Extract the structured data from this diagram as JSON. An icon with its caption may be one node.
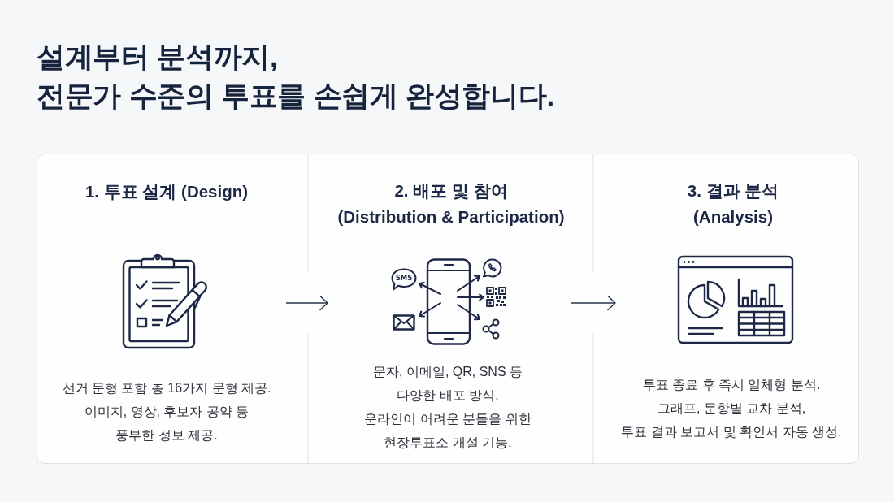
{
  "diagram": {
    "title": "설계부터 분석까지, 전문가 수준의 투표를 손쉽게 완성합니다.",
    "nodes": [
      {
        "text": [],
        "shape": "box"
      },
      {
        "text": [
          "1. 투표 설계 (Design)",
          "선거 문형 포함 총 16가지 문형 제공. 이미지, 영상, 후보자 공약 등 풍부한 정보 제공."
        ],
        "in": 0
      },
      {
        "text": [
          "2. 배포 및 참여 (Distribution & Participation)",
          "문자, 이메일, QR, SNS 등 다양한 배포 방식. 운라인이 어려운 분들을 위한 현장투표소 개설 기능."
        ],
        "in": 0
      },
      {
        "text": [
          "3. 결과 분석 (Analysis)",
          "투표 종료 후 즉시 일체형 분석. 그래프, 문항별 교차 분석, 투표 결과 보고서 및 확인서 자동 생성."
        ],
        "in": 0
      }
    ],
    "edges": [
      {
        "from": 1,
        "to": 2,
        "arrow": "to"
      },
      {
        "from": 2,
        "to": 3,
        "arrow": "to"
      }
    ],
    "labels": [
      "SMS"
    ]
  }
}
